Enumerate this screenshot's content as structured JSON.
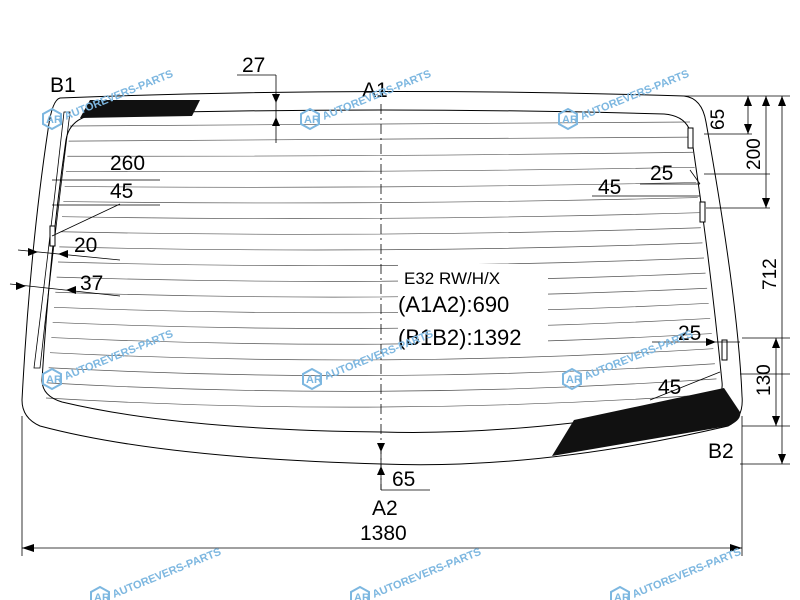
{
  "points": {
    "a1": "A1",
    "a2": "A2",
    "b1": "B1",
    "b2": "B2"
  },
  "spec": {
    "model": "E32 RW/H/X",
    "a1a2": "(A1A2):690",
    "b1b2": "(B1B2):1392"
  },
  "dimensions": {
    "top_gap": "27",
    "left_260": "260",
    "left_45": "45",
    "left_20": "20",
    "left_37": "37",
    "right_45_upper": "45",
    "right_25_upper": "25",
    "right_25_lower": "25",
    "right_45_lower": "45",
    "bottom_65": "65",
    "total_width": "1380",
    "side_65": "65",
    "side_200": "200",
    "side_712": "712",
    "side_130": "130"
  },
  "watermark": {
    "text": "AUTOREVERS-PARTS",
    "logo": "AR"
  },
  "colors": {
    "line": "#000000",
    "watermark": "#7db7e0",
    "shade": "#111111"
  }
}
